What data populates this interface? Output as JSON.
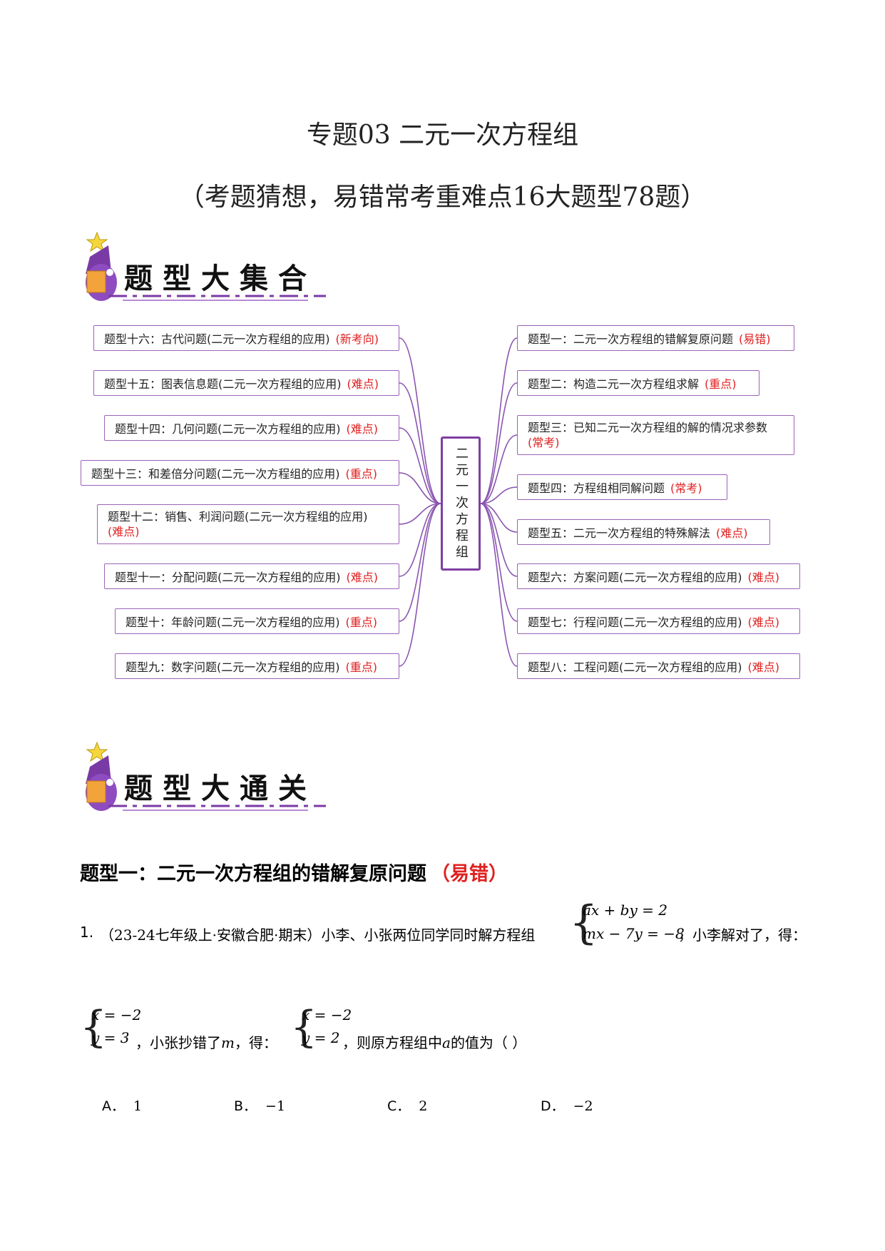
{
  "document": {
    "title": "专题03  二元一次方程组",
    "subtitle": "（考题猜想，易错常考重难点16大题型78题）"
  },
  "banners": {
    "first": "题型大集合",
    "second": "题型大通关"
  },
  "mindmap": {
    "center": "二元一次方程组",
    "left": [
      {
        "label": "题型十六：古代问题(二元一次方程组的应用)",
        "tag": "(新考向)"
      },
      {
        "label": "题型十五：图表信息题(二元一次方程组的应用)",
        "tag": "(难点)"
      },
      {
        "label": "题型十四：几何问题(二元一次方程组的应用)",
        "tag": "(难点)"
      },
      {
        "label": "题型十三：和差倍分问题(二元一次方程组的应用)",
        "tag": "(重点)"
      },
      {
        "label": "题型十二：销售、利润问题(二元一次方程组的应用)",
        "tag": "(难点)"
      },
      {
        "label": "题型十一：分配问题(二元一次方程组的应用)",
        "tag": "(难点)"
      },
      {
        "label": "题型十：年龄问题(二元一次方程组的应用)",
        "tag": "(重点)"
      },
      {
        "label": "题型九：数字问题(二元一次方程组的应用)",
        "tag": "(重点)"
      }
    ],
    "right": [
      {
        "label": "题型一：二元一次方程组的错解复原问题",
        "tag": "(易错)"
      },
      {
        "label": "题型二：构造二元一次方程组求解",
        "tag": "(重点)"
      },
      {
        "label": "题型三：已知二元一次方程组的解的情况求参数",
        "tag": "(常考)"
      },
      {
        "label": "题型四：方程组相同解问题",
        "tag": "(常考)"
      },
      {
        "label": "题型五：二元一次方程组的特殊解法",
        "tag": "(难点)"
      },
      {
        "label": "题型六：方案问题(二元一次方程组的应用)",
        "tag": "(难点)"
      },
      {
        "label": "题型七：行程问题(二元一次方程组的应用)",
        "tag": "(难点)"
      },
      {
        "label": "题型八：工程问题(二元一次方程组的应用)",
        "tag": "(难点)"
      }
    ]
  },
  "section": {
    "heading": "题型一：二元一次方程组的错解复原问题",
    "heading_tag": "（易错）"
  },
  "question": {
    "number": "1.",
    "source": "（23-24七年级上·安徽合肥·期末）",
    "text_before": "小李、小张两位同学同时解方程组",
    "eq1": "ax + by = 2",
    "eq2": "mx − 7y = −8",
    "text_after": "，小李解对了，得：",
    "sol1_x": "x = −2",
    "sol1_y": "y = 3",
    "mid_text_a": "，小张抄错了",
    "mid_var": "m",
    "mid_text_b": "，得：",
    "sol2_x": "x = −2",
    "sol2_y": "y = 2",
    "end_text_a": "，则原方程组中",
    "end_var": "a",
    "end_text_b": "的值为（      ）",
    "options": [
      {
        "letter": "A．",
        "value": "1"
      },
      {
        "letter": "B．",
        "value": "−1"
      },
      {
        "letter": "C．",
        "value": "2"
      },
      {
        "letter": "D．",
        "value": "−2"
      }
    ]
  }
}
